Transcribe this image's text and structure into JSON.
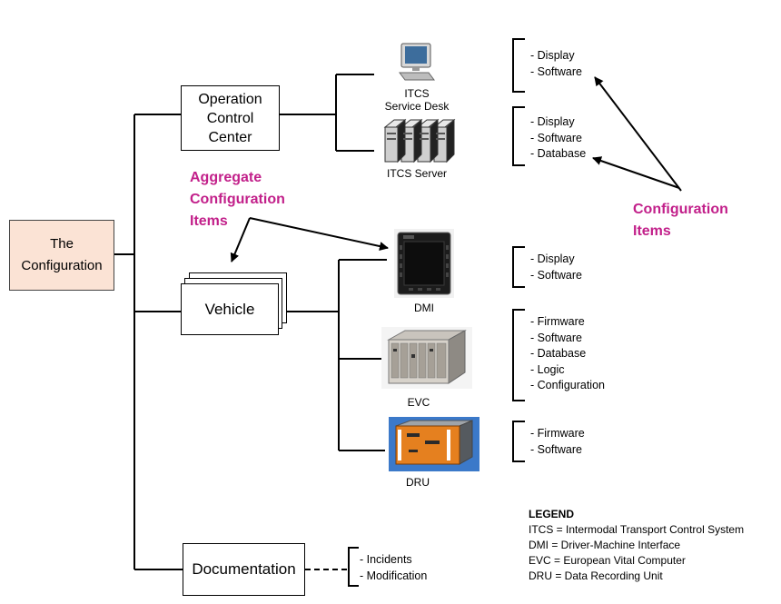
{
  "root": {
    "line1": "The",
    "line2": "Configuration"
  },
  "branches": {
    "occ": {
      "line1": "Operation",
      "line2": "Control",
      "line3": "Center"
    },
    "vehicle": {
      "label": "Vehicle"
    },
    "documentation": {
      "label": "Documentation"
    }
  },
  "devices": {
    "service_desk": {
      "line1": "ITCS",
      "line2": "Service Desk",
      "icon": "computer-icon"
    },
    "server": {
      "label": "ITCS Server",
      "icon": "server-rack-icon"
    },
    "dmi": {
      "label": "DMI",
      "icon": "display-terminal-icon"
    },
    "evc": {
      "label": "EVC",
      "icon": "computer-unit-icon"
    },
    "dru": {
      "label": "DRU",
      "icon": "recording-unit-icon"
    }
  },
  "item_lists": {
    "service_desk": [
      "- Display",
      "- Software"
    ],
    "server": [
      "- Display",
      "- Software",
      "- Database"
    ],
    "dmi": [
      "- Display",
      "- Software"
    ],
    "evc": [
      "- Firmware",
      "- Software",
      "- Database",
      "- Logic",
      "- Configuration"
    ],
    "dru": [
      "- Firmware",
      "- Software"
    ],
    "documentation": [
      "- Incidents",
      "- Modification"
    ]
  },
  "annotations": {
    "aggregate": {
      "line1": "Aggregate",
      "line2": "Configuration",
      "line3": "Items"
    },
    "config_items": {
      "line1": "Configuration",
      "line2": "Items"
    },
    "color": "#c2208a"
  },
  "legend": {
    "title": "LEGEND",
    "entries": [
      "ITCS = Intermodal Transport Control System",
      "DMI = Driver-Machine Interface",
      "EVC = European Vital Computer",
      "DRU = Data Recording Unit"
    ]
  },
  "colors": {
    "root_fill": "#fbe3d5",
    "line": "#000000"
  }
}
